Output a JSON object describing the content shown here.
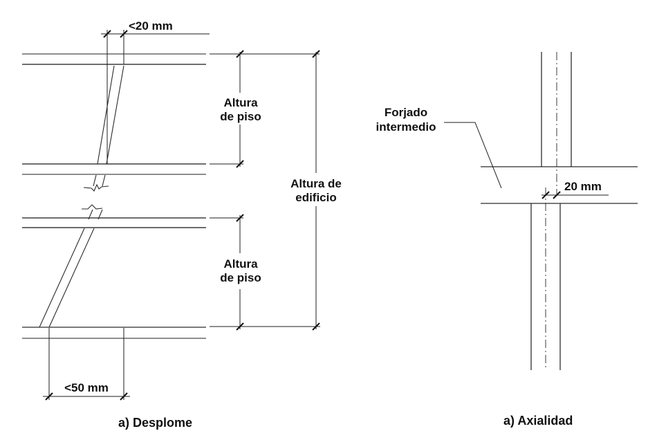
{
  "page": {
    "background": "#ffffff",
    "line_color": "#2a2a2a",
    "text_color": "#111111"
  },
  "left_diagram": {
    "caption": "a) Desplome",
    "top_deviation_label": "<20 mm",
    "bottom_deviation_label": "<50 mm",
    "floor_height_label_upper": "Altura de piso",
    "floor_height_label_lower": "Altura de piso",
    "building_height_label": "Altura de edificio"
  },
  "right_diagram": {
    "caption": "a) Axialidad",
    "slab_label": "Forjado intermedio",
    "offset_label": "20 mm"
  }
}
